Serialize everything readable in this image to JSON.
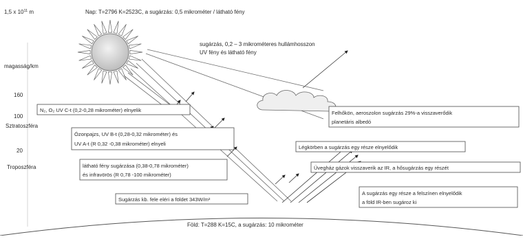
{
  "scale": {
    "distance": "1,5 x 10",
    "distance_exp": "11",
    "distance_unit": " m",
    "altitude_axis": "magasság/km",
    "ticks": [
      "160",
      "100",
      "20"
    ],
    "layers": [
      "Sztratoszféra",
      "Troposzféra"
    ]
  },
  "sun": {
    "caption": "Nap: T=2796 K=2523C, a sugárzás: 0,5 mikrométer / látható fény"
  },
  "radiation_note": {
    "line1": "sugárzás, 0,2 – 3 mikrométeres hullámhosszon",
    "line2": "UV fény és látható fény"
  },
  "boxes": {
    "n2o2": "N₂, O₂ UV C-t (0,2-0,28 mikrométer) elnyelik",
    "ozone_line1": "Ózonpajzs, UV B-t (0,28-0,32 mikrométer) és",
    "ozone_line2": "UV A-t (R 0,32 -0,38 mikrométer) elnyeli",
    "visible_line1": "látható fény sugárzása (0,38-0,78 mikrométer)",
    "visible_line2": "és infravörös (R 0,78 -100 mikrométer)",
    "ground": "Sugárzás kb. fele eléri a földet 343W/m²",
    "clouds_line1": "Felhőkön, aeroszolon sugárzás 29%-a visszaverődik",
    "clouds_line2": "planetáris albedó",
    "atmosphere": "Légkörben a sugárzás egy része elnyelődik",
    "greenhouse": "Üvegház gázok visszaverik az IR, a hősugárzás egy részét",
    "reemit_line1": "A sugárzás egy része a felszínen elnyelődik",
    "reemit_line2": "a föld IR-ben sugároz ki"
  },
  "earth": {
    "caption": "Föld: T=288 K=15C, a sugárzás: 10 mikrométer"
  }
}
